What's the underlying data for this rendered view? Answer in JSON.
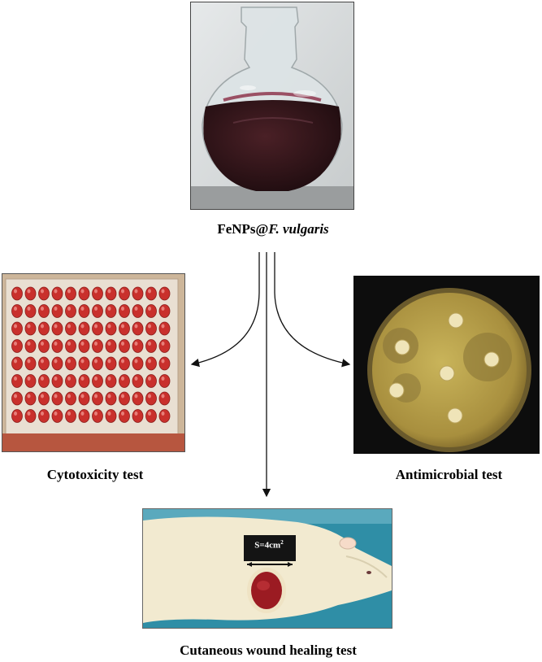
{
  "title_prefix": "FeNPs@",
  "title_species": "F. vulgaris",
  "tests": {
    "cytotoxicity": "Cytotoxicity test",
    "antimicrobial": "Antimicrobial test",
    "wound": "Cutaneous wound healing test"
  },
  "wound_area_label": "S=4cm",
  "wound_area_unit_exp": "2",
  "colors": {
    "solution": "#2e1418",
    "well_red": "#c9302c",
    "agar": "#b49a48",
    "wound": "#9b1b22",
    "drape": "#2f8ea6"
  }
}
